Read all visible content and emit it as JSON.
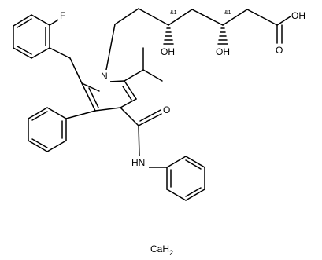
{
  "molecule": {
    "atoms": {
      "fluorine": "F",
      "nitrogen_ring": "N",
      "hydroxyl_top_right": "OH",
      "carbonyl_oxygen_acid": "O",
      "hydroxyl_5": "OH",
      "hydroxyl_3": "OH",
      "carbonyl_oxygen_amide": "O",
      "amide_nh": "HN"
    },
    "stereo_labels": {
      "c5": "&1",
      "c3": "&1"
    },
    "counterion": "CaH",
    "counterion_subscript": "2"
  }
}
